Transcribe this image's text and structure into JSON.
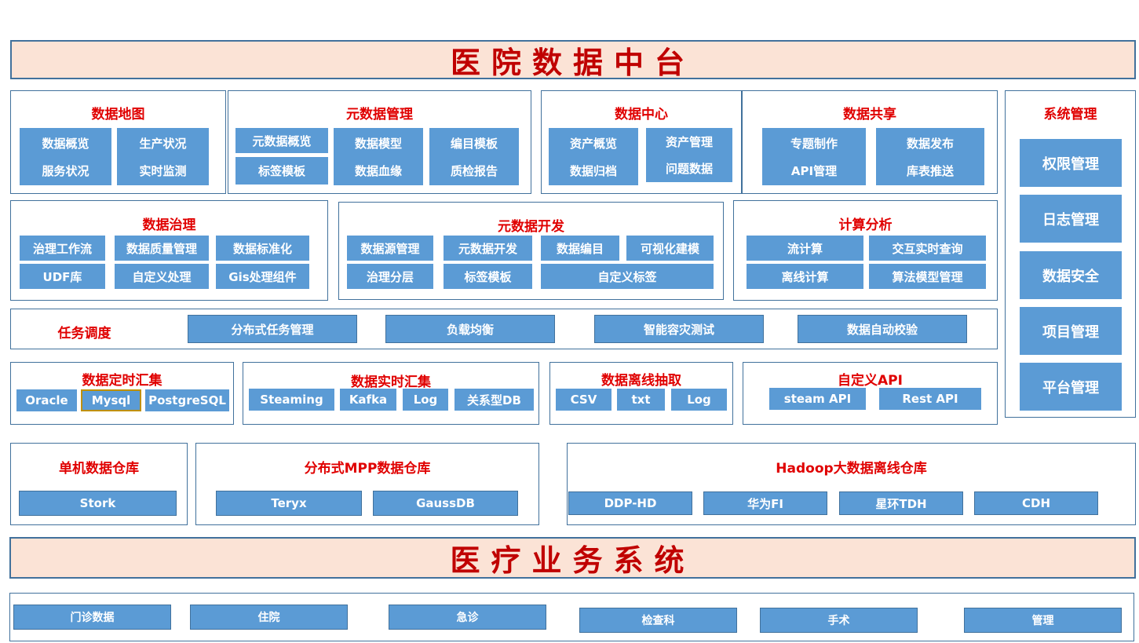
{
  "top_banner": "医院数据中台",
  "bottom_banner": "医疗业务系统",
  "data_map": {
    "title": "数据地图",
    "items": [
      "数据概览",
      "生产状况",
      "服务状况",
      "实时监测"
    ]
  },
  "metadata_mgmt": {
    "title": "元数据管理",
    "items": [
      "元数据概览",
      "数据模型",
      "编目模板",
      "标签模板",
      "数据血缘",
      "质检报告"
    ]
  },
  "data_center": {
    "title": "数据中心",
    "items": [
      "资产概览",
      "资产管理",
      "数据归档",
      "问题数据"
    ]
  },
  "data_sharing": {
    "title": "数据共享",
    "items": [
      "专题制作",
      "数据发布",
      "API管理",
      "库表推送"
    ]
  },
  "system_mgmt": {
    "title": "系统管理",
    "items": [
      "权限管理",
      "日志管理",
      "数据安全",
      "项目管理",
      "平台管理"
    ]
  },
  "data_governance": {
    "title": "数据治理",
    "items": [
      "治理工作流",
      "数据质量管理",
      "数据标准化",
      "UDF库",
      "自定义处理",
      "Gis处理组件"
    ]
  },
  "metadata_dev": {
    "title": "元数据开发",
    "items": [
      "数据源管理",
      "元数据开发",
      "数据编目",
      "可视化建模",
      "治理分层",
      "标签模板",
      "自定义标签"
    ]
  },
  "compute_analysis": {
    "title": "计算分析",
    "items": [
      "流计算",
      "交互实时查询",
      "离线计算",
      "算法模型管理"
    ]
  },
  "task_scheduling": {
    "title": "任务调度",
    "items": [
      "分布式任务管理",
      "负载均衡",
      "智能容灾测试",
      "数据自动校验"
    ]
  },
  "timed_collect": {
    "title": "数据定时汇集",
    "items": [
      "Oracle",
      "Mysql",
      "PostgreSQL"
    ]
  },
  "realtime_collect": {
    "title": "数据实时汇集",
    "items": [
      "Steaming",
      "Kafka",
      "Log",
      "关系型DB"
    ]
  },
  "offline_extract": {
    "title": "数据离线抽取",
    "items": [
      "CSV",
      "txt",
      "Log"
    ]
  },
  "custom_api": {
    "title": "自定义API",
    "items": [
      "steam API",
      "Rest API"
    ]
  },
  "standalone_dw": {
    "title": "单机数据仓库",
    "items": [
      "Stork"
    ]
  },
  "mpp_dw": {
    "title": "分布式MPP数据仓库",
    "items": [
      "Teryx",
      "GaussDB"
    ]
  },
  "hadoop_dw": {
    "title": "Hadoop大数据离线仓库",
    "items": [
      "DDP-HD",
      "华为FI",
      "星环TDH",
      "CDH"
    ]
  },
  "business_systems": {
    "items": [
      "门诊数据",
      "住院",
      "急诊",
      "检查科",
      "手术",
      "管理"
    ]
  },
  "colors": {
    "banner_fill": "#fbe3d6",
    "border": "#41719c",
    "button": "#5b9bd5",
    "title_red": "#e00000",
    "banner_text": "#c00000",
    "highlight": "#bf9000"
  }
}
